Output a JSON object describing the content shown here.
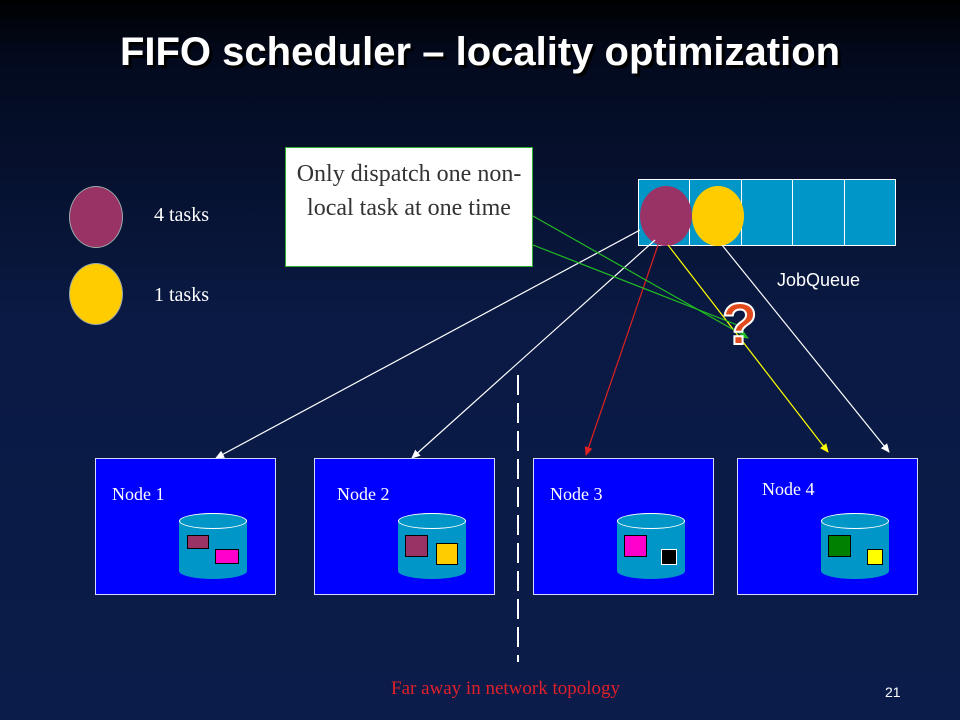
{
  "title": "FIFO scheduler – locality optimization",
  "legend": {
    "items": [
      {
        "label": "4 tasks",
        "color": "#993366"
      },
      {
        "label": "1 tasks",
        "color": "#ffcc00"
      }
    ]
  },
  "callout": {
    "text": "Only dispatch one non-local task at one time"
  },
  "job_queue": {
    "label": "JobQueue",
    "cell_color": "#0096c8",
    "tasks": [
      {
        "color": "#993366"
      },
      {
        "color": "#ffcc00"
      }
    ]
  },
  "question_mark": "?",
  "nodes": [
    {
      "label": "Node 1",
      "blocks": [
        "#993366",
        "#ff00cc"
      ]
    },
    {
      "label": "Node 2",
      "blocks": [
        "#993366",
        "#ffcc00"
      ]
    },
    {
      "label": "Node 3",
      "blocks": [
        "#ff00cc",
        "#000000"
      ]
    },
    {
      "label": "Node 4",
      "blocks": [
        "#008000",
        "#ffff00"
      ]
    }
  ],
  "footer": "Far away in network topology",
  "slide_number": "21"
}
